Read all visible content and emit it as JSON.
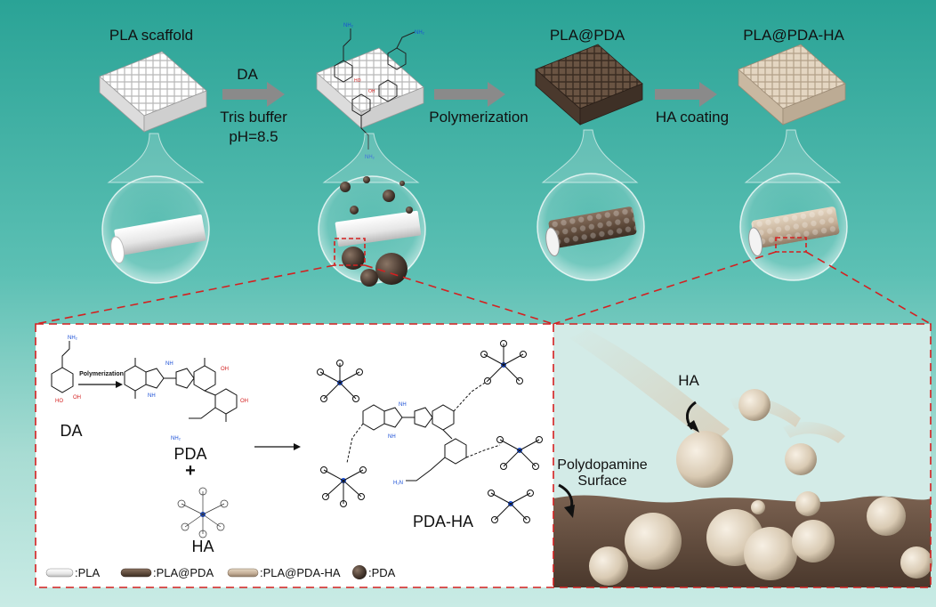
{
  "stages": [
    {
      "title": "PLA scaffold"
    },
    {
      "title": ""
    },
    {
      "title": "PLA@PDA"
    },
    {
      "title": "PLA@PDA-HA"
    }
  ],
  "arrows": {
    "a1_top": "DA",
    "a1_bottom_line1": "Tris buffer",
    "a1_bottom_line2": "pH=8.5",
    "a2": "Polymerization",
    "a3": "HA coating"
  },
  "reaction": {
    "monomer": "DA",
    "step_label": "Polymerization",
    "polymer": "PDA",
    "plus": "+",
    "additive": "HA",
    "product": "PDA-HA",
    "nh2": "NH₂",
    "oh": "OH",
    "nh": "NH"
  },
  "zoom_panel": {
    "ha_label": "HA",
    "surface_line1": "Polydopamine",
    "surface_line2": "Surface"
  },
  "legend": [
    {
      "icon": "pla-rod-icon",
      "label": ":PLA"
    },
    {
      "icon": "pla-pda-rod-icon",
      "label": ":PLA@PDA"
    },
    {
      "icon": "pla-pda-ha-rod-icon",
      "label": ":PLA@PDA-HA"
    },
    {
      "icon": "pda-sphere-icon",
      "label": ":PDA"
    }
  ],
  "colors": {
    "bg_top": "#2aa396",
    "bg_bottom": "#c9ebe5",
    "dashed": "#d42020",
    "pla": "#f2f2f2",
    "pda": "#5a463a",
    "ha": "#d8cbb4"
  }
}
